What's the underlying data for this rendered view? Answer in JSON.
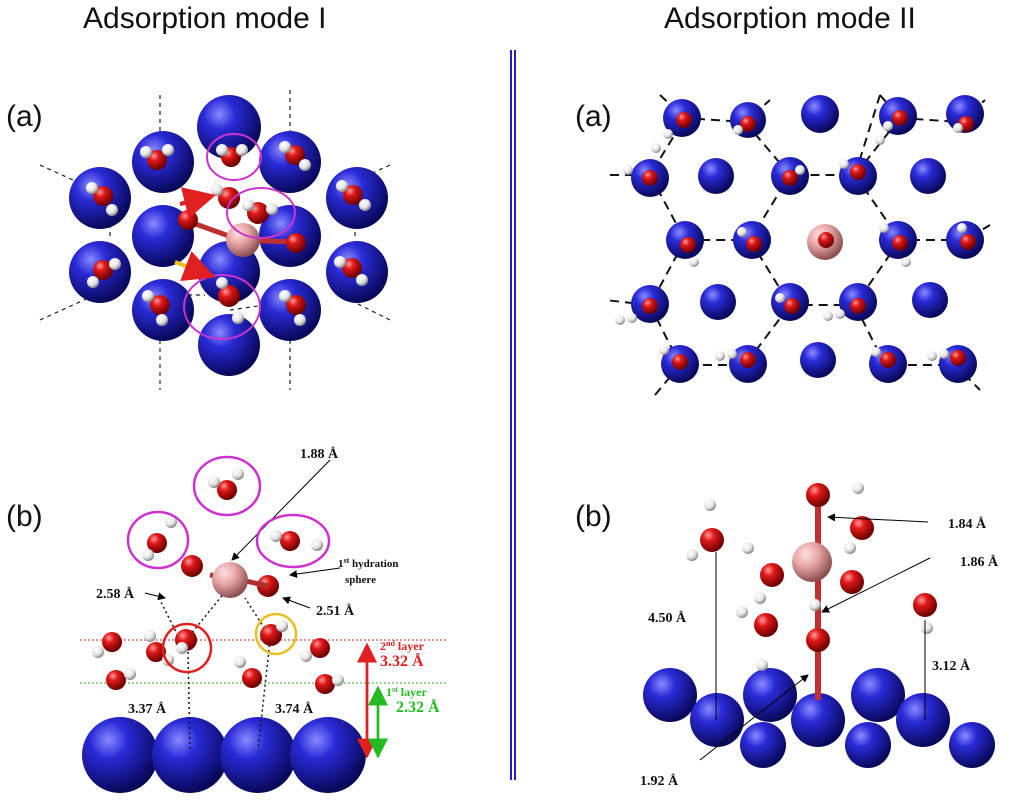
{
  "titles": {
    "mode1": "Adsorption mode I",
    "mode2": "Adsorption mode II"
  },
  "panel_labels": {
    "a": "(a)",
    "b": "(b)"
  },
  "mode1_b": {
    "d_188": "1.88 Å",
    "hydration_1": "1",
    "hydration_sup": "st",
    "hydration_2": " hydration",
    "hydration_3": "sphere",
    "d_258": "2.58 Å",
    "d_251": "2.51 Å",
    "layer2_a": "2",
    "layer2_sup": "nd",
    "layer2_b": " layer",
    "layer2_dist": "3.32 Å",
    "layer1_a": "1",
    "layer1_sup": "st",
    "layer1_b": " layer",
    "layer1_dist": "2.32 Å",
    "d_337": "3.37 Å",
    "d_374": "3.74 Å"
  },
  "mode2_b": {
    "d_184": "1.84 Å",
    "d_186": "1.86 Å",
    "d_450": "4.50 Å",
    "d_312": "3.12 Å",
    "d_192": "1.92 Å"
  },
  "colors": {
    "surface_atom": "#1414b4",
    "oxygen": "#e01010",
    "hydrogen": "#f2f2f2",
    "cation": "#e6a0a0",
    "highlight_circle": "#cc33cc",
    "red_arrow": "#e02020",
    "yellow_arrow": "#f0c020",
    "layer2_color": "#e02020",
    "layer1_color": "#22bb22",
    "divider": "#2020c0"
  }
}
